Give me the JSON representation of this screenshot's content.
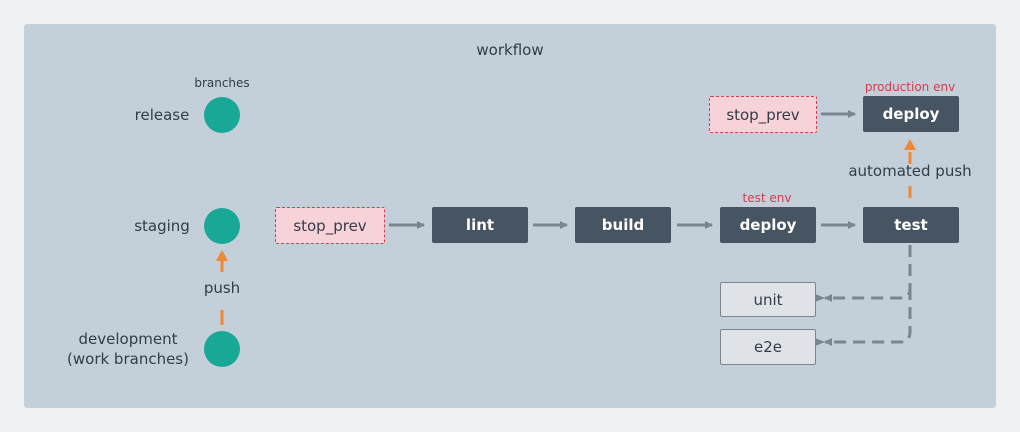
{
  "title": "workflow",
  "branches_header": "branches",
  "branches": [
    {
      "id": "release",
      "label": "release"
    },
    {
      "id": "staging",
      "label": "staging"
    },
    {
      "id": "development",
      "label": "development\n(work branches)"
    }
  ],
  "push_label": "push",
  "automated_push_label": "automated push",
  "staging_pipeline": {
    "stop_prev": "stop_prev",
    "lint": "lint",
    "build": "build",
    "deploy": "deploy",
    "test": "test",
    "env": "test env"
  },
  "release_pipeline": {
    "stop_prev": "stop_prev",
    "deploy": "deploy",
    "env": "production env"
  },
  "test_kinds": [
    "unit",
    "e2e"
  ],
  "colors": {
    "background": "#eff2f5",
    "panel": "#c4d0d9",
    "branch_dot": "#1aa896",
    "job_box": "#475563",
    "stop_box": "#f7d3d9",
    "env_label": "#d33b50",
    "push_arrow": "#ef8834",
    "flow_arrow": "#7a858f"
  }
}
